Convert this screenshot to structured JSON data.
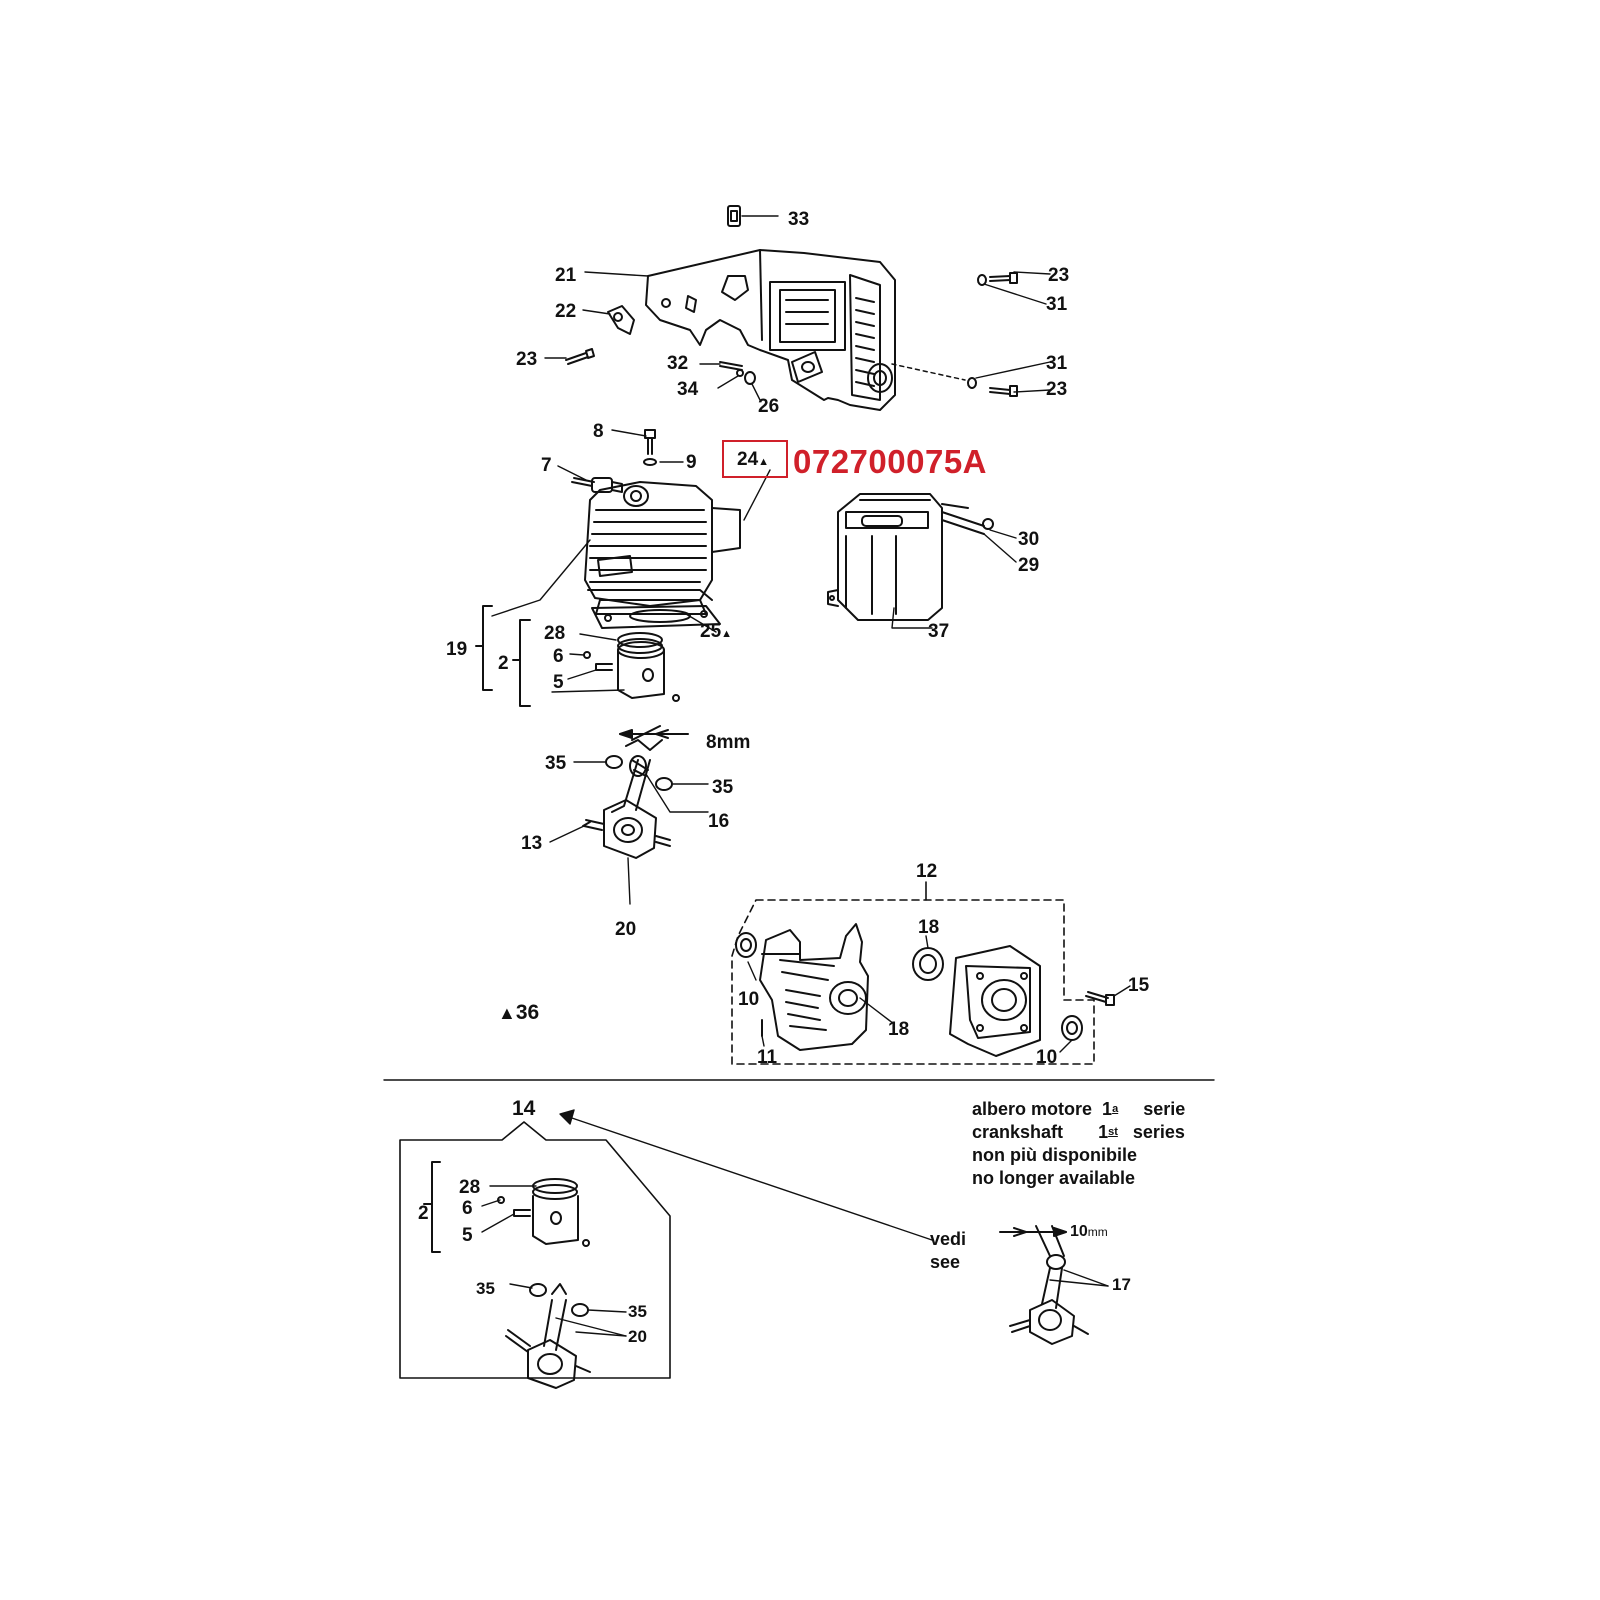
{
  "labels": {
    "n33": "33",
    "n21": "21",
    "n23a": "23",
    "n31a": "31",
    "n22": "22",
    "n23b": "23",
    "n32": "32",
    "n31b": "31",
    "n34": "34",
    "n23c": "23",
    "n26": "26",
    "n8": "8",
    "n9": "9",
    "n24": "24",
    "n7": "7",
    "n30": "30",
    "n29": "29",
    "n19": "19",
    "n28a": "28",
    "n2a": "2",
    "n6a": "6",
    "n5a": "5",
    "n25": "25",
    "n37": "37",
    "n8mm": "8mm",
    "n35a": "35",
    "n35b": "35",
    "n16": "16",
    "n13": "13",
    "n20a": "20",
    "n12": "12",
    "n18a": "18",
    "n18b": "18",
    "n10a": "10",
    "n10b": "10",
    "n11": "11",
    "n15": "15",
    "n36": "36",
    "n14": "14",
    "n28b": "28",
    "n2b": "2",
    "n6b": "6",
    "n5b": "5",
    "n35c": "35",
    "n35d": "35",
    "n20b": "20",
    "n17": "17",
    "n10mm_num": "10",
    "n10mm_unit": "mm"
  },
  "part_number": "072700075A",
  "triangle": "▲",
  "note": {
    "line1_a": "albero motore",
    "line1_b": "1",
    "line1_sup": "a",
    "line1_c": "serie",
    "line2_a": "crankshaft",
    "line2_b": "1",
    "line2_sup": "st",
    "line2_c": "series",
    "line3": "non più disponibile",
    "line4": "no longer available"
  },
  "see_note": {
    "line1": "vedi",
    "line2": "see"
  },
  "colors": {
    "ink": "#111111",
    "highlight": "#d0202a",
    "background": "#ffffff"
  }
}
